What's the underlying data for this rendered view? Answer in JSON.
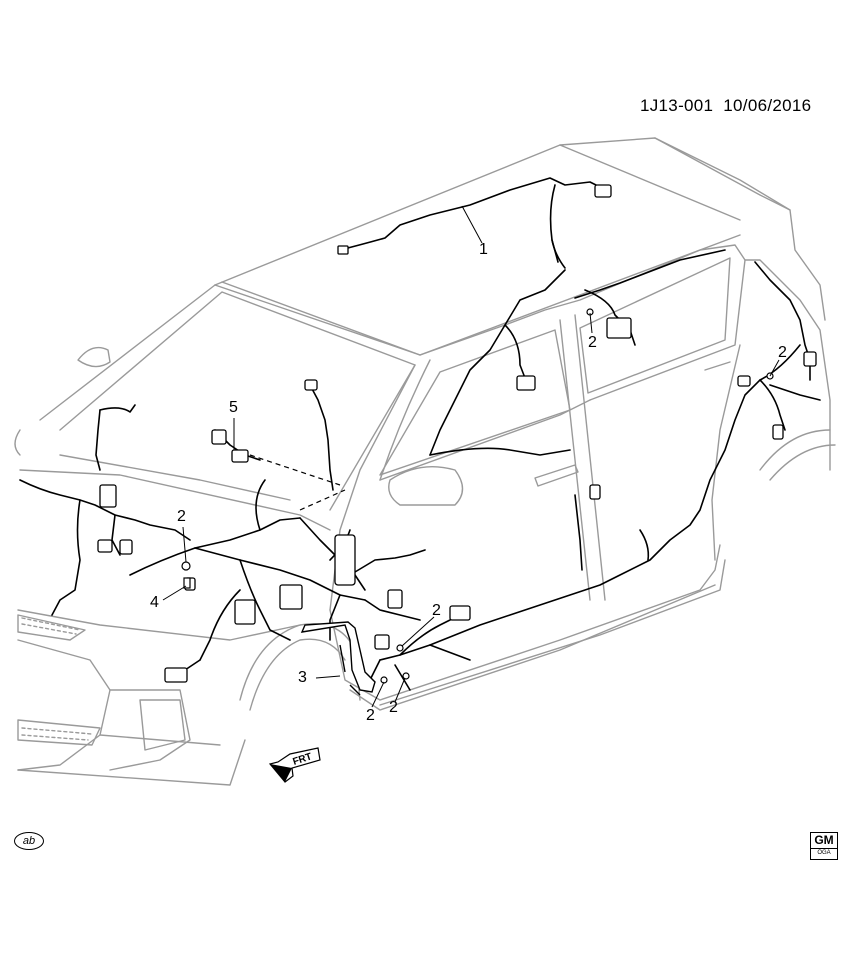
{
  "header": {
    "diagram_id": "1J13-001",
    "date": "10/06/2016"
  },
  "callouts": [
    {
      "label": "1"
    },
    {
      "label": "2"
    },
    {
      "label": "2"
    },
    {
      "label": "2"
    },
    {
      "label": "2"
    },
    {
      "label": "2"
    },
    {
      "label": "2"
    },
    {
      "label": "3"
    },
    {
      "label": "4"
    },
    {
      "label": "5"
    }
  ],
  "direction_arrow": {
    "label": "FRT",
    "icon": "front-direction-arrow-icon"
  },
  "footer": {
    "ab_badge": "ab",
    "gm_logo_main": "GM",
    "gm_logo_sub": "OGA"
  },
  "colors": {
    "line": "#000000",
    "body_line": "#9a9a9a",
    "background": "#ffffff"
  }
}
